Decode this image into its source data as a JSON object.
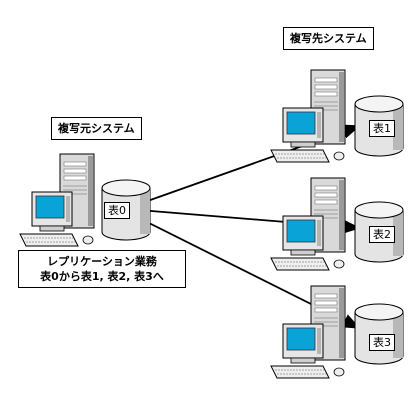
{
  "labels": {
    "target_system": "複写先システム",
    "source_system": "複写元システム",
    "note_line1": "レプリケーション業務",
    "note_line2": "表0から表1, 表2, 表3へ"
  },
  "tables": {
    "source": "表0",
    "t1": "表1",
    "t2": "表2",
    "t3": "表3"
  },
  "colors": {
    "tower": "#d9d9d9",
    "tower_dark": "#9a9a9a",
    "screen": "#0aa3d8",
    "monitor": "#e6e6e6",
    "outline": "#000000"
  }
}
